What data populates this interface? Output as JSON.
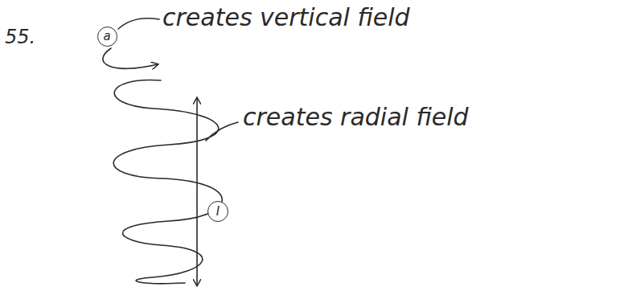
{
  "diagram": {
    "nodes": [
      {
        "text": [
          "a"
        ]
      },
      {
        "text": [
          "I"
        ]
      }
    ],
    "labels": [
      "55.",
      "creates vertical field",
      "creates radial field"
    ]
  }
}
